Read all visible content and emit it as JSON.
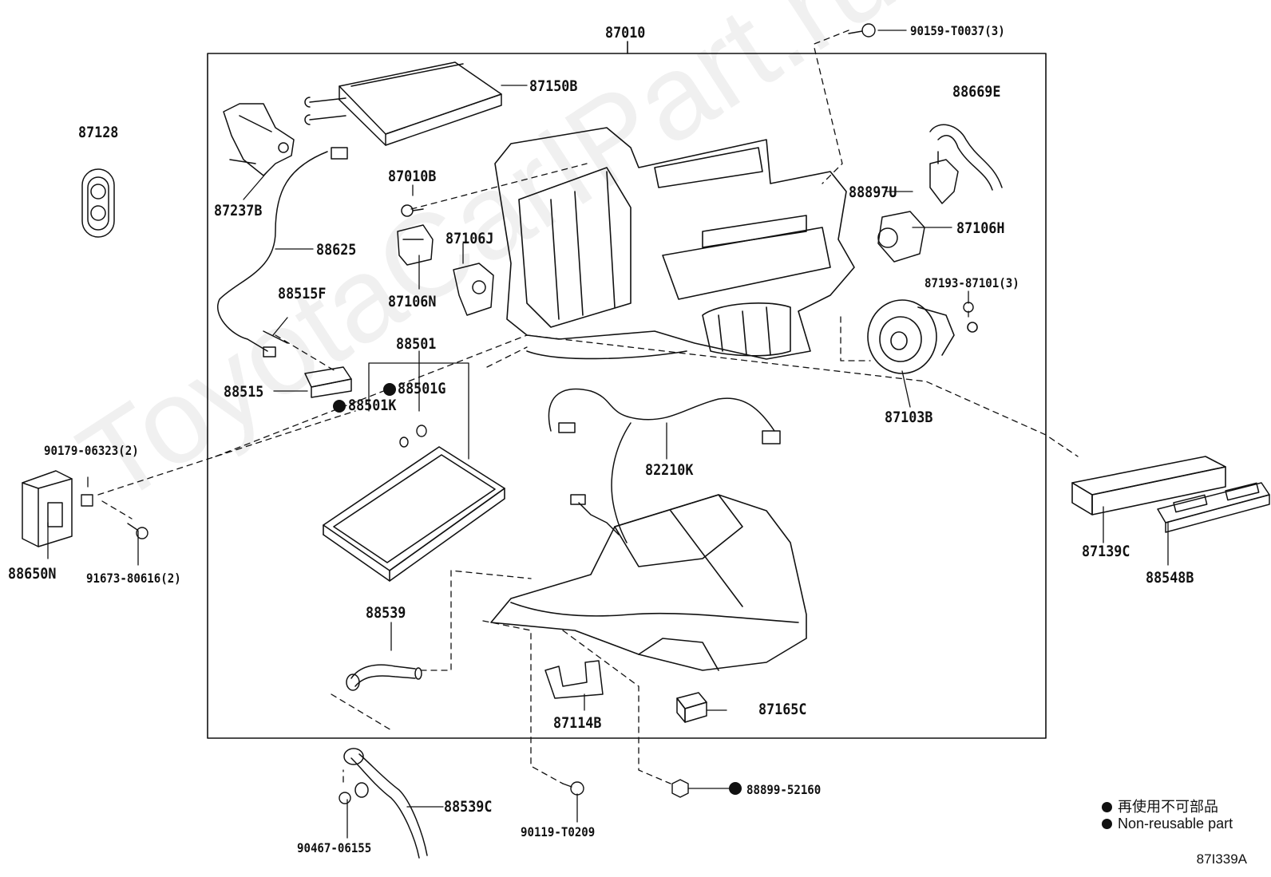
{
  "diagram": {
    "watermark": "ToyotaCarIPart.ru",
    "drawing_code": "87I339A",
    "parts": {
      "p87010": "87010",
      "p90159": "90159-T0037(3)",
      "p87150B": "87150B",
      "p88669E": "88669E",
      "p87128": "87128",
      "p87237B": "87237B",
      "p87010B": "87010B",
      "p88897U": "88897U",
      "p87106H": "87106H",
      "p88625": "88625",
      "p87106J": "87106J",
      "p87106N": "87106N",
      "p87193": "87193-87101(3)",
      "p88515F": "88515F",
      "p88501": "88501",
      "p88515": "88515",
      "p88501G": "88501G",
      "p88501K": "88501K",
      "p87103B": "87103B",
      "p90179": "90179-06323(2)",
      "p82210K": "82210K",
      "p87139C": "87139C",
      "p88650N": "88650N",
      "p91673": "91673-80616(2)",
      "p88548B": "88548B",
      "p88539": "88539",
      "p87114B": "87114B",
      "p87165C": "87165C",
      "p88899": "88899-52160",
      "p88539C": "88539C",
      "p90467": "90467-06155",
      "p90119": "90119-T0209"
    },
    "legend": {
      "line1": "再使用不可部品",
      "line2": "Non-reusable part"
    }
  }
}
